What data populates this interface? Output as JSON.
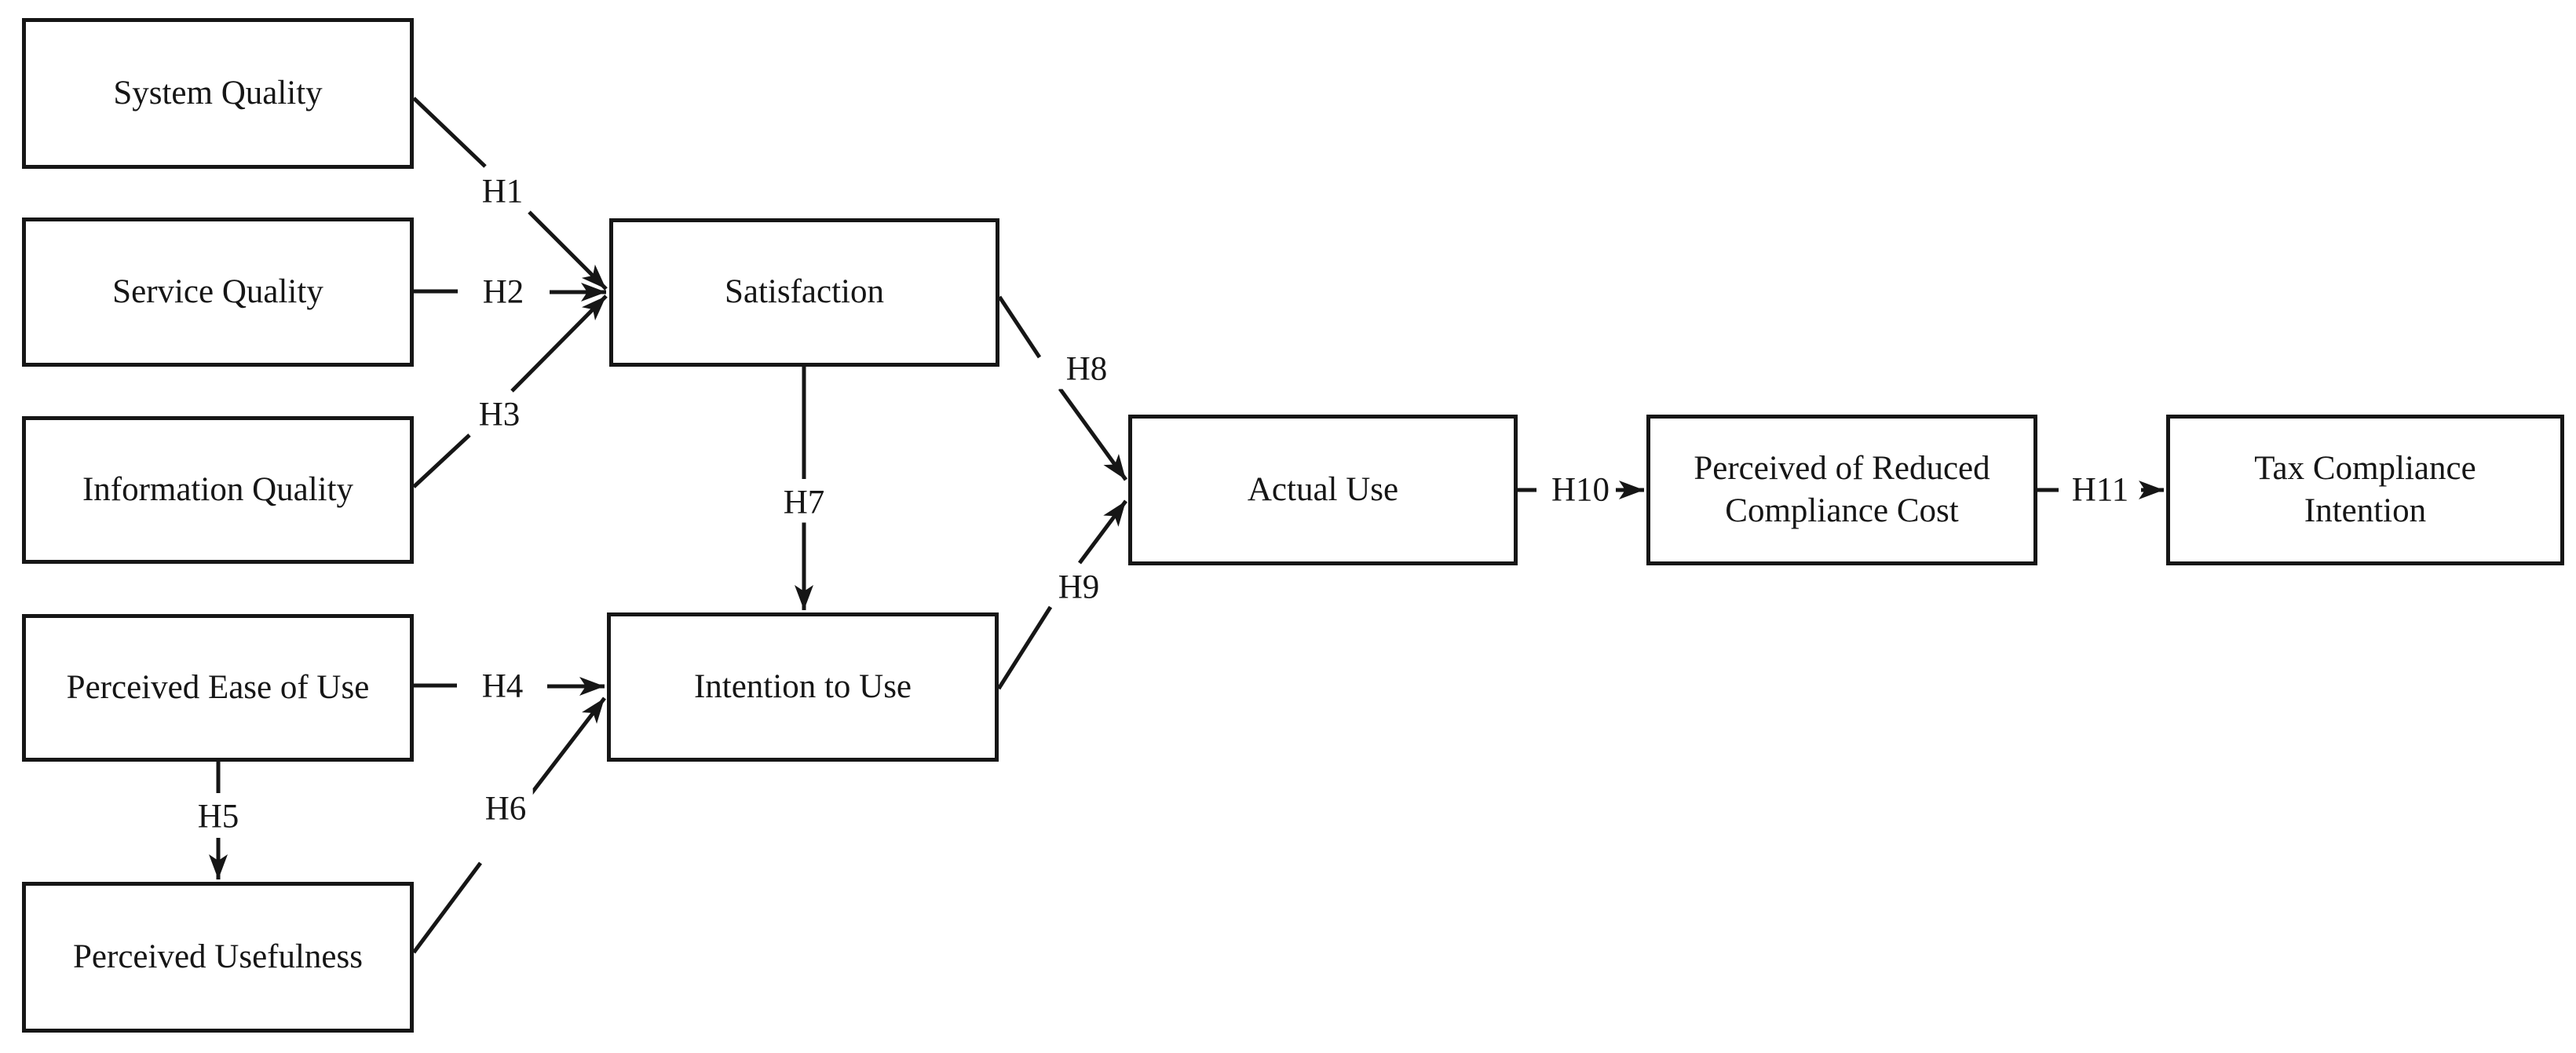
{
  "figure": {
    "type": "hypothesis-path-model",
    "background_color": "#ffffff",
    "ink_color": "#161616"
  },
  "diagram": {
    "nodes": [
      {
        "id": "system-quality",
        "label": "System Quality"
      },
      {
        "id": "service-quality",
        "label": "Service Quality"
      },
      {
        "id": "information-quality",
        "label": "Information Quality"
      },
      {
        "id": "perceived-ease-of-use",
        "label": "Perceived Ease of Use"
      },
      {
        "id": "perceived-usefulness",
        "label": "Perceived Usefulness"
      },
      {
        "id": "satisfaction",
        "label": "Satisfaction"
      },
      {
        "id": "intention-to-use",
        "label": "Intention to Use"
      },
      {
        "id": "actual-use",
        "label": "Actual Use"
      },
      {
        "id": "perceived-reduced-compliance-cost",
        "label": "Perceived of Reduced Compliance Cost"
      },
      {
        "id": "tax-compliance-intention",
        "label": "Tax Compliance Intention"
      }
    ],
    "edges": [
      {
        "label": "H1",
        "from": "system-quality",
        "to": "satisfaction"
      },
      {
        "label": "H2",
        "from": "service-quality",
        "to": "satisfaction"
      },
      {
        "label": "H3",
        "from": "information-quality",
        "to": "satisfaction"
      },
      {
        "label": "H4",
        "from": "perceived-ease-of-use",
        "to": "intention-to-use"
      },
      {
        "label": "H5",
        "from": "perceived-ease-of-use",
        "to": "perceived-usefulness"
      },
      {
        "label": "H6",
        "from": "perceived-usefulness",
        "to": "intention-to-use"
      },
      {
        "label": "H7",
        "from": "satisfaction",
        "to": "intention-to-use"
      },
      {
        "label": "H8",
        "from": "satisfaction",
        "to": "actual-use"
      },
      {
        "label": "H9",
        "from": "intention-to-use",
        "to": "actual-use"
      },
      {
        "label": "H10",
        "from": "actual-use",
        "to": "perceived-reduced-compliance-cost"
      },
      {
        "label": "H11",
        "from": "perceived-reduced-compliance-cost",
        "to": "tax-compliance-intention"
      }
    ]
  }
}
